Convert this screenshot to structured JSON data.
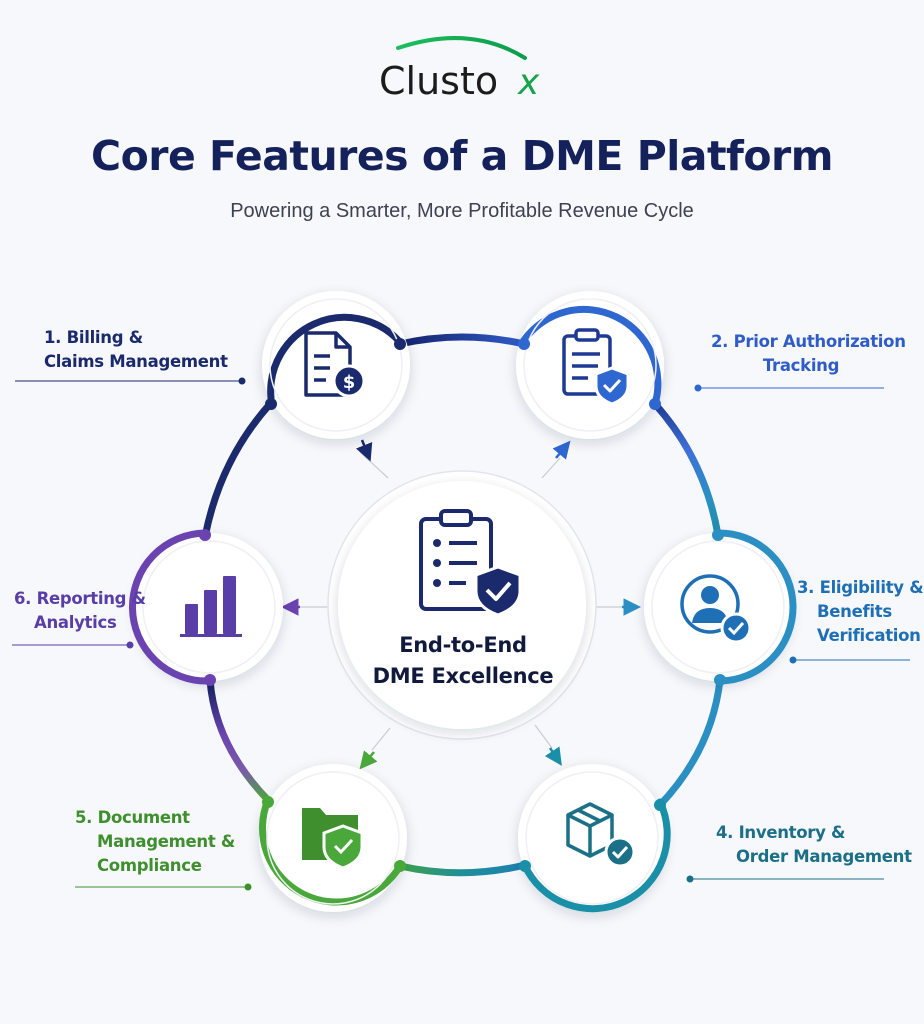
{
  "brand": {
    "logo_text": "Clustox",
    "logo_text_main": "Clusto",
    "logo_text_x": "x"
  },
  "header": {
    "title": "Core Features of a DME Platform",
    "subtitle": "Powering a Smarter, More Profitable Revenue Cycle"
  },
  "center": {
    "icon": "clipboard-checklist-shield-icon",
    "line1": "End-to-End",
    "line2": "DME Excellence"
  },
  "features": [
    {
      "line1": "1. Billing &",
      "line2": "Claims Management",
      "line3": "",
      "icon": "document-dollar-icon",
      "color": "#1a2a6c"
    },
    {
      "line1": "2. Prior Authorization",
      "line2": "Tracking",
      "line3": "",
      "icon": "clipboard-shield-icon",
      "color": "#2b55c8"
    },
    {
      "line1": "3. Eligibility &",
      "line2": "Benefits",
      "line3": "Verification",
      "icon": "user-check-icon",
      "color": "#1f6fb6"
    },
    {
      "line1": "4. Inventory &",
      "line2": "Order Management",
      "line3": "",
      "icon": "box-check-icon",
      "color": "#1b6f86"
    },
    {
      "line1": "5. Document",
      "line2": "Management &",
      "line3": "Compliance",
      "icon": "folder-shield-icon",
      "color": "#3f8f2e"
    },
    {
      "line1": "6. Reporting &",
      "line2": "Analytics",
      "line3": "",
      "icon": "bar-chart-icon",
      "color": "#5a3ea8"
    }
  ],
  "colors": {
    "navy": "#1a2a6c",
    "blue": "#2f67d0",
    "teal": "#1a8fa8",
    "green": "#4aa83a",
    "purple": "#6a43b0",
    "title": "#14215a"
  }
}
